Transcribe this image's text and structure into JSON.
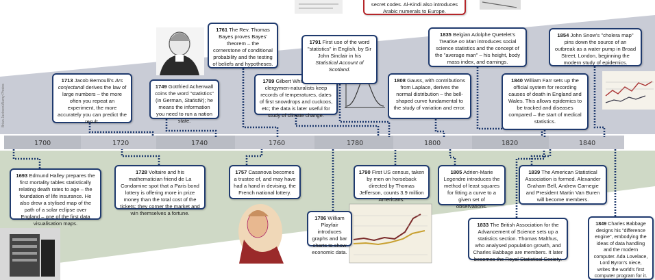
{
  "timeline": {
    "years": [
      "1700",
      "1720",
      "1740",
      "1760",
      "1780",
      "1800",
      "1820",
      "1840"
    ]
  },
  "credit": "Brian Jackson/Alamy Photos",
  "events": {
    "top_red": {
      "text": "secret codes. Al-Kindi also introduces Arabic numerals to Europe."
    },
    "e1713": {
      "year": "1713",
      "pre": "Jacob Bernoulli's ",
      "em": "Ars conjectandi",
      "post": " derives the law of large numbers – the more often you repeat an experiment, the more accurately you can predict the result."
    },
    "e1749": {
      "year": "1749",
      "pre": "Gottfried Achenwall coins the word \"statistics\" (in German, ",
      "em": "Statistik",
      "post": "); he means the information you need to run a nation state."
    },
    "e1761": {
      "year": "1761",
      "text": "The Rev. Thomas Bayes proves Bayes' theorem – the cornerstone of conditional probability and the testing of beliefs and hypotheses."
    },
    "e1789": {
      "year": "1789",
      "text": "Gilbert White and other clergymen-naturalists keep records of temperatures, dates of first snowdrops and cuckoos, etc; the data is later useful for study of climate change."
    },
    "e1791": {
      "year": "1791",
      "pre": "First use of the word \"statistics\" in English, by Sir John Sinclair in his ",
      "em": "Statistical Account of Scotland",
      "post": "."
    },
    "e1808": {
      "year": "1808",
      "text": "Gauss, with contributions from Laplace, derives the normal distribution – the bell-shaped curve fundamental to the study of variation and error."
    },
    "e1835": {
      "year": "1835",
      "pre": "Belgian Adolphe Quetelet's ",
      "em": "Treatise on Man",
      "post": " introduces social science statistics and the concept of the \"average man\" – his height, body mass index, and earnings."
    },
    "e1840": {
      "year": "1840",
      "text": "William Farr sets up the official system for recording causes of death in England and Wales. This allows epidemics to be tracked and diseases compared – the start of medical statistics."
    },
    "e1854": {
      "year": "1854",
      "text": "John Snow's \"cholera map\" pins down the source of an outbreak as a water pump in Broad Street, London, beginning the modern study of epidemics."
    },
    "e1693": {
      "year": "1693",
      "text": "Edmund Halley prepares the first mortality tables statistically relating death rates to age – the foundation of life insurance. He also drew a stylised map of the path of a solar eclipse over England – one of the first data visualisation maps."
    },
    "e1728": {
      "year": "1728",
      "text": "Voltaire and his mathematician friend de La Condamine spot that a Paris bond lottery is offering more in prize money than the total cost of the tickets; they corner the market and win themselves a fortune."
    },
    "e1757": {
      "year": "1757",
      "text": "Casanova becomes a trustee of, and may have had a hand in devising, the French national lottery."
    },
    "e1786": {
      "year": "1786",
      "text": "William Playfair introduces graphs and bar charts to show economic data."
    },
    "e1790": {
      "year": "1790",
      "text": "First US census, taken by men on horseback directed by Thomas Jefferson, counts 3.9 million Americans."
    },
    "e1805": {
      "year": "1805",
      "text": "Adrien-Marie Legendre introduces the method of least squares for fitting a curve to a given set of observations."
    },
    "e1833": {
      "year": "1833",
      "text": "The British Association for the Advancement of Science sets up a statistics section. Thomas Malthus, who analysed population growth, and Charles Babbage are members. It later becomes the Royal Statistical Society."
    },
    "e1839": {
      "year": "1839",
      "text": "The American Statistical Association is formed. Alexander Graham Bell, Andrew Carnegie and President Martin Van Buren will become members."
    },
    "e1849": {
      "year": "1849",
      "text": "Charles Babbage designs his \"difference engine\", embodying the ideas of data handling and the modern computer. Ada Lovelace, Lord Byron's niece, writes the world's first computer program for it."
    }
  },
  "colors": {
    "box_border": "#1f3a6e",
    "accent_red": "#b5262a",
    "band_grey": "#c9ccd6",
    "band_green": "#cbd6c2",
    "axis_grey": "#b9bcc4"
  }
}
